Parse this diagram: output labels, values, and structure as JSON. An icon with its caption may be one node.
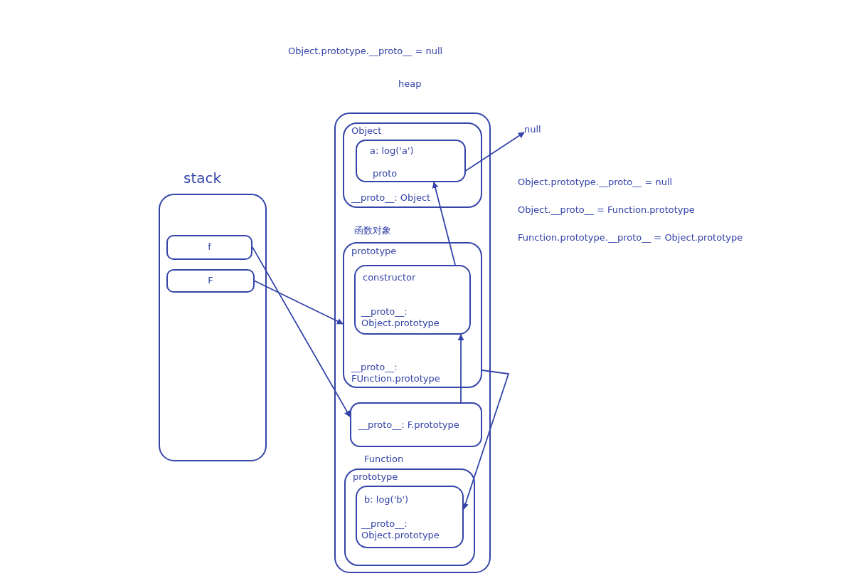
{
  "diagram": {
    "nodes": [
      {
        "text": [
          "heap"
        ]
      },
      {
        "text": [
          "Object",
          "__proto__: Object"
        ],
        "in": 0
      },
      {
        "text": [
          "a: log('a')",
          "proto"
        ],
        "in": 1
      },
      {
        "text": [
          "prototype",
          "__proto__: FUnction.prototype"
        ],
        "in": 0
      },
      {
        "text": [
          "constructor",
          "__proto__: Object.prototype"
        ],
        "in": 3
      },
      {
        "text": [
          "__proto__: F.prototype"
        ],
        "in": 0
      },
      {
        "text": [
          "Function",
          "prototype"
        ],
        "in": 0
      },
      {
        "text": [
          "b: log('b')",
          "__proto__: Object.prototype"
        ],
        "in": 6
      },
      {
        "text": [
          "stack"
        ]
      },
      {
        "text": [
          "f"
        ],
        "in": 8
      },
      {
        "text": [
          "F"
        ],
        "in": 8
      },
      {
        "text": [
          "null"
        ]
      }
    ],
    "edges": [
      {
        "from": 9,
        "to": 5,
        "arrow": "to"
      },
      {
        "from": 10,
        "to": 3,
        "arrow": "to"
      },
      {
        "from": 2,
        "to": 11,
        "arrow": "to"
      },
      {
        "from": 4,
        "to": 2,
        "arrow": "to"
      },
      {
        "from": 5,
        "to": 4,
        "arrow": "to"
      },
      {
        "from": 3,
        "to": 7,
        "arrow": "to"
      }
    ],
    "labels": [
      "Object.prototype.__proto__ = null",
      "函数对象",
      "Object.prototype.__proto__ = null",
      "Object.__proto__ = Function.prototype",
      "Function.prototype.__proto__ = Object.prototype"
    ]
  }
}
